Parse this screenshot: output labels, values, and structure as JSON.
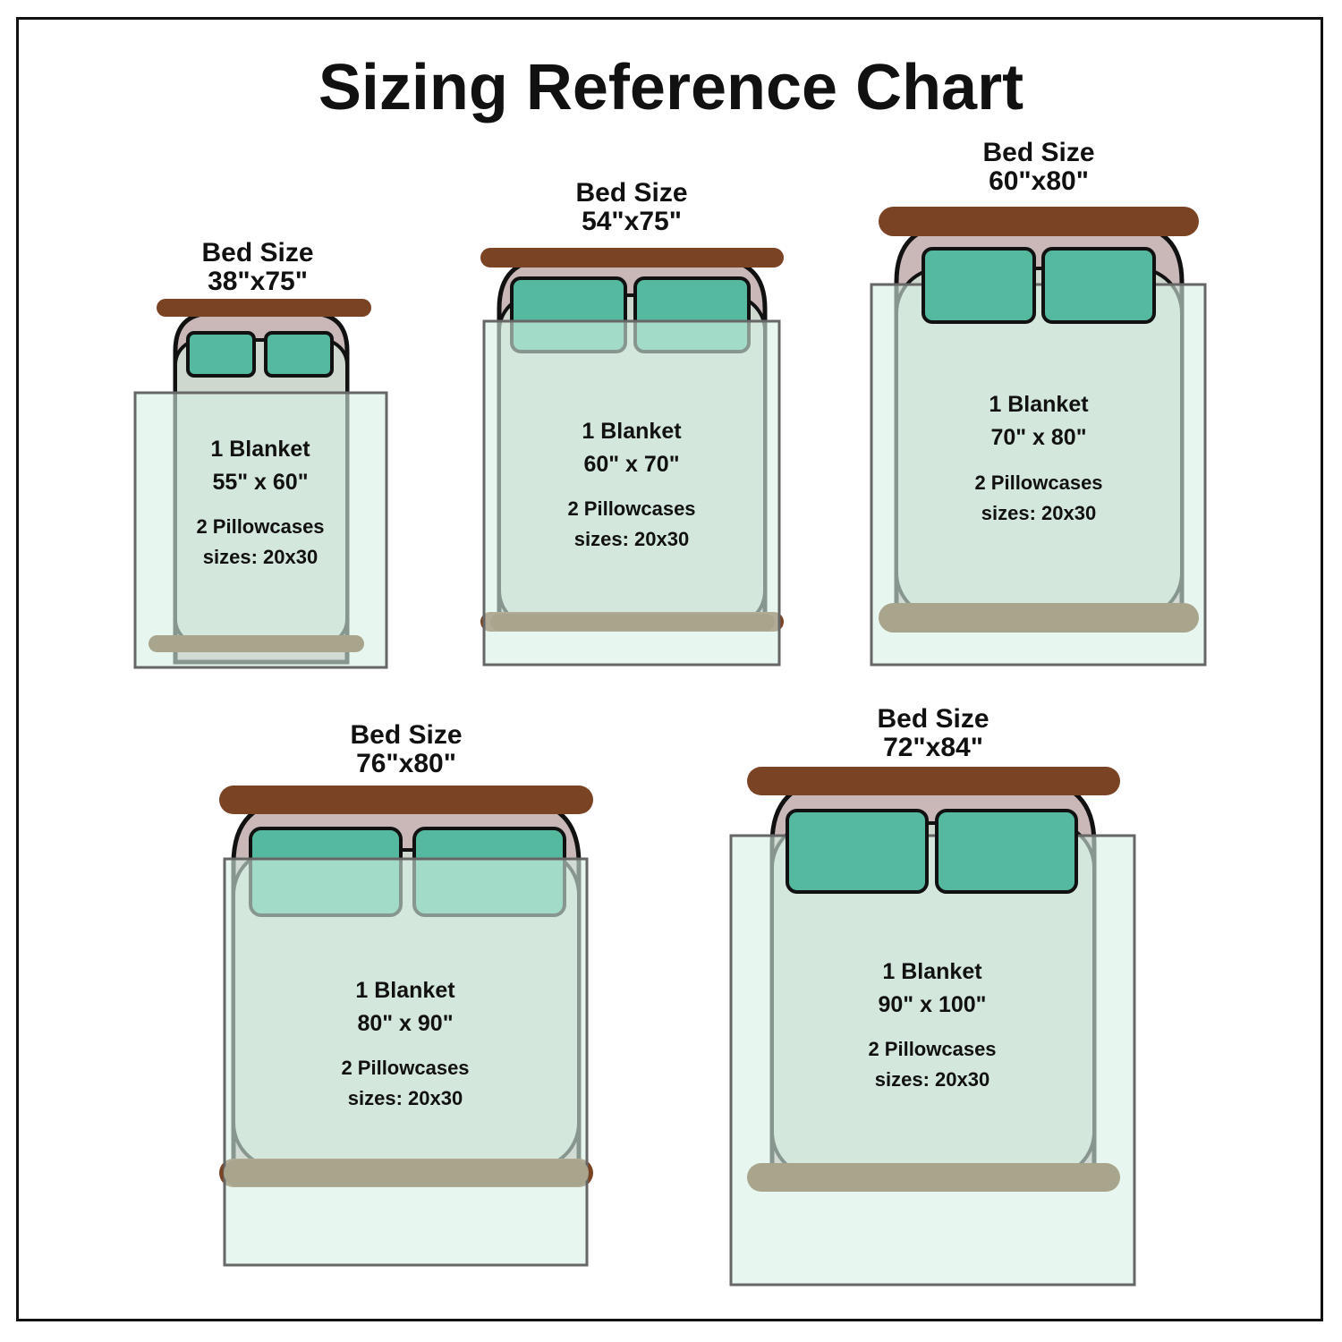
{
  "title": "Sizing Reference Chart",
  "colors": {
    "headboard": "#7a4424",
    "footboard": "#a9a48c",
    "frame_fill": "#cab8b8",
    "mattress_fill": "#cfd8cf",
    "pillow": "#55b9a0",
    "blanket_fill": "#d7f2e4",
    "outline": "#111111"
  },
  "beds": [
    {
      "bed_size_label": "Bed Size",
      "bed_size": "38\"x75\"",
      "blanket_label": "1 Blanket",
      "blanket_size": "55\" x 60\"",
      "pillow_label": "2 Pillowcases",
      "pillow_size": "sizes: 20x30"
    },
    {
      "bed_size_label": "Bed Size",
      "bed_size": "54\"x75\"",
      "blanket_label": "1 Blanket",
      "blanket_size": "60\" x 70\"",
      "pillow_label": "2 Pillowcases",
      "pillow_size": "sizes: 20x30"
    },
    {
      "bed_size_label": "Bed Size",
      "bed_size": "60\"x80\"",
      "blanket_label": "1 Blanket",
      "blanket_size": "70\" x 80\"",
      "pillow_label": "2 Pillowcases",
      "pillow_size": "sizes: 20x30"
    },
    {
      "bed_size_label": "Bed Size",
      "bed_size": "76\"x80\"",
      "blanket_label": "1 Blanket",
      "blanket_size": "80\" x 90\"",
      "pillow_label": "2 Pillowcases",
      "pillow_size": "sizes: 20x30"
    },
    {
      "bed_size_label": "Bed Size",
      "bed_size": "72\"x84\"",
      "blanket_label": "1 Blanket",
      "blanket_size": "90\" x 100\"",
      "pillow_label": "2 Pillowcases",
      "pillow_size": "sizes: 20x30"
    }
  ]
}
